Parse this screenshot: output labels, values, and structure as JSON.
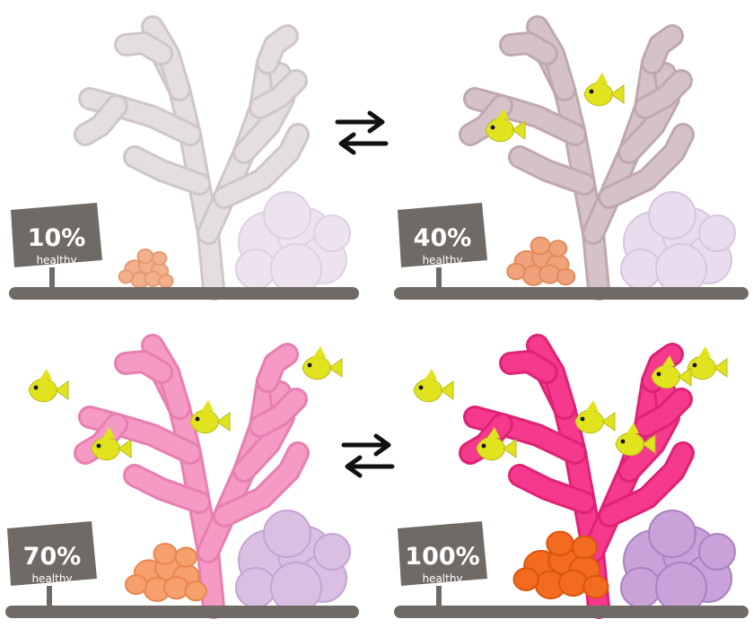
{
  "panels": [
    {
      "percent": "10%",
      "label": "healthy",
      "colors": {
        "branch": "#e4dede",
        "branch_edge": "#cfc7c7",
        "orange": "#f2b08c",
        "orange_edge": "#e59a70",
        "purple": "#ece3ef",
        "purple_edge": "#ddd0e3"
      },
      "fish": []
    },
    {
      "percent": "40%",
      "label": "healthy",
      "colors": {
        "branch": "#d5c2c8",
        "branch_edge": "#bfa8b0",
        "orange": "#f0a37a",
        "orange_edge": "#e2895c",
        "purple": "#e8dcee",
        "purple_edge": "#d6c6e0"
      },
      "fish": [
        "yellow-fish",
        "yellow-fish"
      ]
    },
    {
      "percent": "70%",
      "label": "healthy",
      "colors": {
        "branch": "#f49ac4",
        "branch_edge": "#e77fb0",
        "orange": "#f6a06e",
        "orange_edge": "#e8854e",
        "purple": "#d9c0e3",
        "purple_edge": "#c3a4d2"
      },
      "fish": [
        "yellow-fish",
        "yellow-fish",
        "yellow-fish",
        "yellow-fish"
      ]
    },
    {
      "percent": "100%",
      "label": "healthy",
      "colors": {
        "branch": "#f5398c",
        "branch_edge": "#df2275",
        "orange": "#f36b1f",
        "orange_edge": "#d9540c",
        "purple": "#c8a2d8",
        "purple_edge": "#a982bf"
      },
      "fish": [
        "yellow-fish",
        "yellow-fish",
        "yellow-fish",
        "yellow-fish",
        "yellow-fish",
        "yellow-fish"
      ]
    }
  ],
  "arrows_icon": "bidirectional-arrows-icon",
  "fish_color": "#e2e31f",
  "ground_color": "#6f6a66",
  "badge_color": "#6f6a66"
}
